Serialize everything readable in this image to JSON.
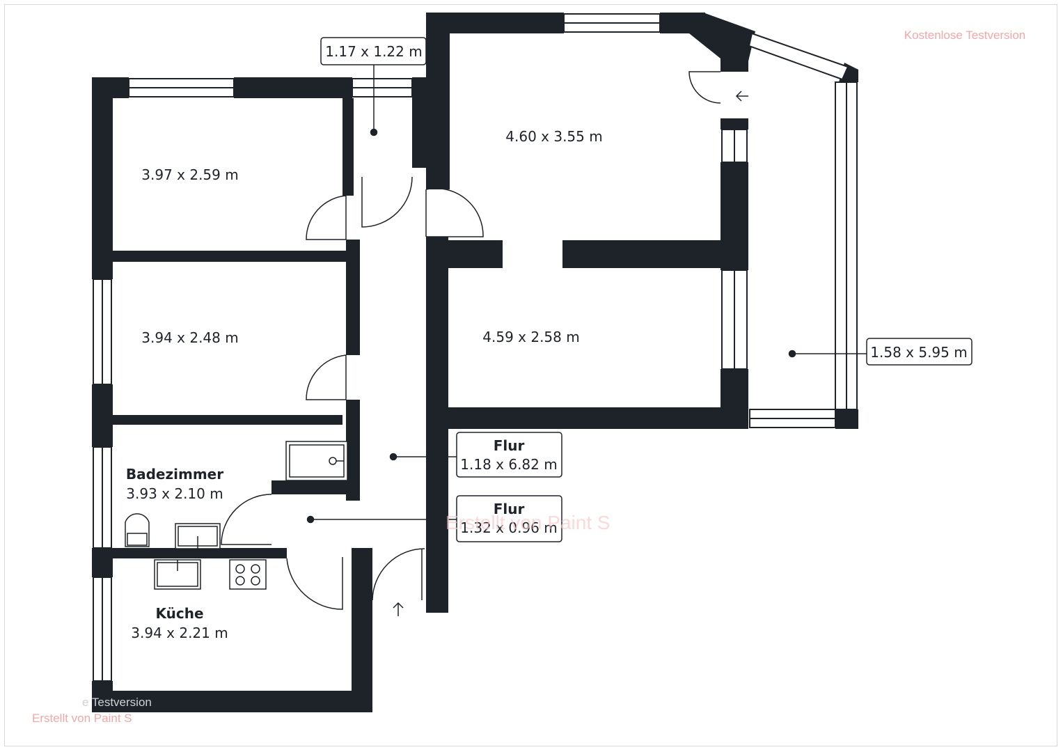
{
  "colors": {
    "wall": "#1e2229",
    "window": "#ffffff",
    "watermark": "#f5a6a6"
  },
  "watermarks": {
    "top_right": "Kostenlose Testversion",
    "bottom_left_line1": "e Testversion",
    "bottom_left_line2": "Erstellt von Paint S",
    "center": "Erstellt von Paint S"
  },
  "rooms": {
    "room_top_left": {
      "size": "3.97 x 2.59 m"
    },
    "room_mid_left": {
      "size": "3.94 x 2.48 m"
    },
    "bathroom": {
      "name": "Badezimmer",
      "size": "3.93 x 2.10 m"
    },
    "kitchen": {
      "name": "Küche",
      "size": "3.94 x 2.21 m"
    },
    "closet": {
      "size": "1.17 x 1.22 m"
    },
    "room_top_right": {
      "size": "4.60 x 3.55 m"
    },
    "room_mid_right": {
      "size": "4.59 x 2.58 m"
    },
    "balcony": {
      "size": "1.58 x 5.95 m"
    },
    "hallway_main": {
      "name": "Flur",
      "size": "1.18 x 6.82 m"
    },
    "hallway_small": {
      "name": "Flur",
      "size": "1.32 x 0.96 m"
    }
  },
  "icons": [
    "door-swing-icon",
    "window-icon",
    "toilet-icon",
    "sink-icon",
    "stove-icon",
    "shower-icon",
    "entrance-arrow-icon"
  ]
}
